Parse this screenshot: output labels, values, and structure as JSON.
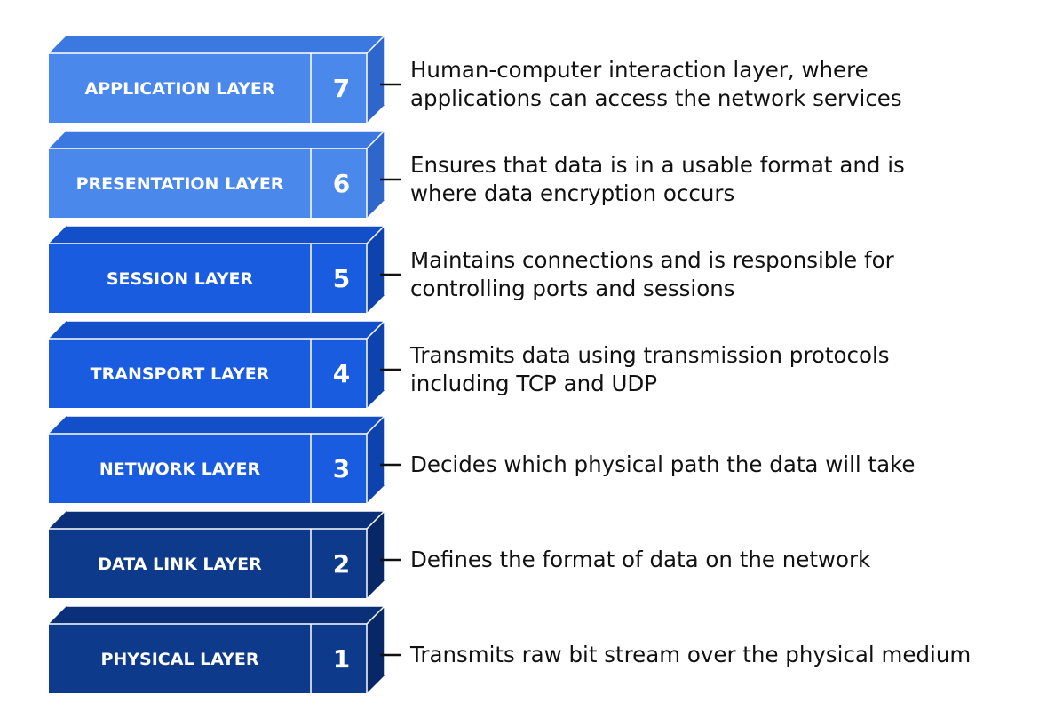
{
  "layers": [
    {
      "number": "7",
      "name": "APPLICATION LAYER",
      "description_line1": "Human-computer interaction layer, where",
      "description_line2": "applications can access the network services",
      "color": "#4a88ec",
      "top_color": "#3b78e0",
      "side_color": "#2e66cc"
    },
    {
      "number": "6",
      "name": "PRESENTATION LAYER",
      "description_line1": "Ensures that data is in a usable format and is",
      "description_line2": "where data encryption occurs",
      "color": "#4a88ec",
      "top_color": "#3b78e0",
      "side_color": "#2e66cc"
    },
    {
      "number": "5",
      "name": "SESSION LAYER",
      "description_line1": "Maintains connections and is responsible for",
      "description_line2": "controlling ports and sessions",
      "color": "#1a5ce0",
      "top_color": "#124fc9",
      "side_color": "#0e42ad"
    },
    {
      "number": "4",
      "name": "TRANSPORT LAYER",
      "description_line1": "Transmits data using transmission protocols",
      "description_line2": "including TCP and UDP",
      "color": "#1a5ce0",
      "top_color": "#124fc9",
      "side_color": "#0e42ad"
    },
    {
      "number": "3",
      "name": "NETWORK LAYER",
      "description_line1": "Decides which physical path the data will take",
      "description_line2": "",
      "color": "#1a5ce0",
      "top_color": "#124fc9",
      "side_color": "#0e42ad"
    },
    {
      "number": "2",
      "name": "DATA LINK LAYER",
      "description_line1": "Defines the format of data on the network",
      "description_line2": "",
      "color": "#0d3a8a",
      "top_color": "#0a3079",
      "side_color": "#082766"
    },
    {
      "number": "1",
      "name": "PHYSICAL LAYER",
      "description_line1": "Transmits raw bit stream over the physical medium",
      "description_line2": "",
      "color": "#0d3a8a",
      "top_color": "#0a3079",
      "side_color": "#082766"
    }
  ]
}
